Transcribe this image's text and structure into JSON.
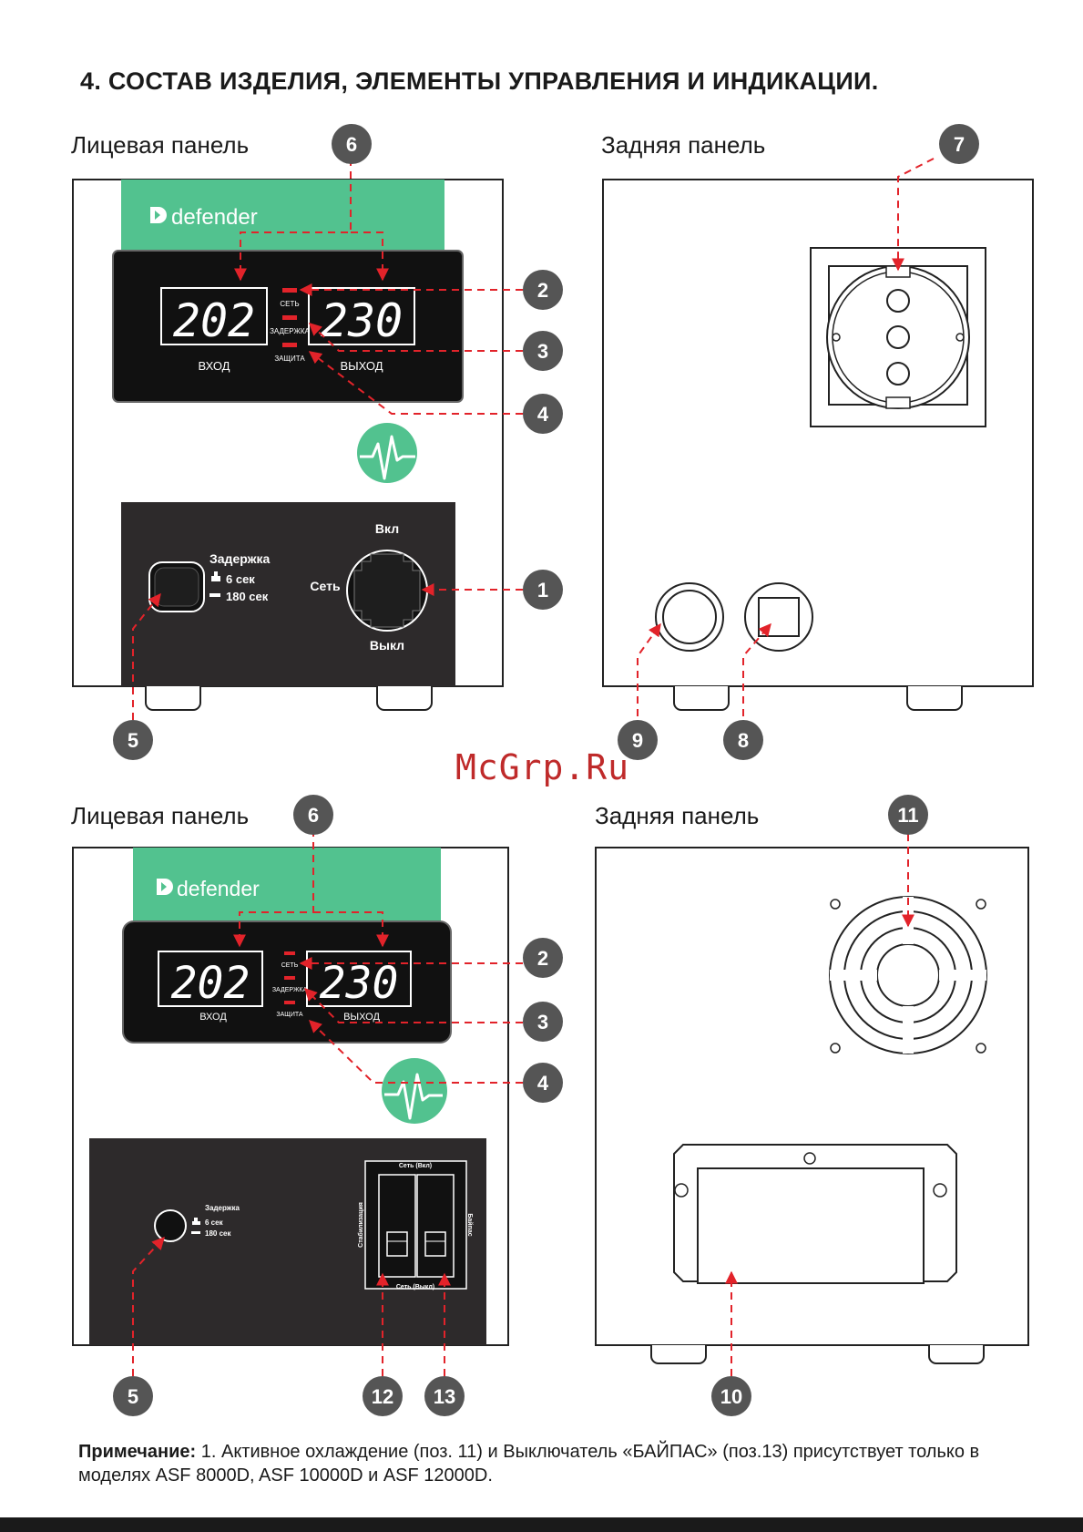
{
  "title": "4. СОСТАВ ИЗДЕЛИЯ, ЭЛЕМЕНТЫ УПРАВЛЕНИЯ И ИНДИКАЦИИ.",
  "sections": {
    "front1": "Лицевая панель",
    "rear1": "Задняя панель",
    "front2": "Лицевая панель",
    "rear2": "Задняя панель"
  },
  "device": {
    "brand": "defender",
    "display_in": "202",
    "display_out": "230",
    "label_in": "ВХОД",
    "label_out": "ВЫХОД",
    "led_net": "СЕТЬ",
    "led_delay": "ЗАДЕРЖКА",
    "led_protect": "ЗАЩИТА"
  },
  "controls1": {
    "delay_title": "Задержка",
    "delay_6": "6 сек",
    "delay_180": "180 сек",
    "switch_on": "Вкл",
    "switch_net": "Сеть",
    "switch_off": "Выкл"
  },
  "controls2": {
    "delay_title": "Задержка",
    "delay_6": "6 сек",
    "delay_180": "180 сек",
    "net_on": "Сеть (Вкл)",
    "net_off": "Сеть (Выкл)",
    "stab": "Стабилизация",
    "bypass": "Байпас"
  },
  "callouts": {
    "c1": "1",
    "c2": "2",
    "c3": "3",
    "c4": "4",
    "c5": "5",
    "c6": "6",
    "c7": "7",
    "c8": "8",
    "c9": "9",
    "c10": "10",
    "c11": "11",
    "c12": "12",
    "c13": "13"
  },
  "watermark": "McGrp.Ru",
  "note": {
    "label": "Примечание:",
    "text": " 1. Активное охлаждение (поз. 11) и Выключатель «БАЙПАС» (поз.13) присутствует только в моделях ASF 8000D, ASF 10000D и ASF 12000D."
  },
  "colors": {
    "accent_green": "#52c28f",
    "callout_gray": "#555555",
    "leader_red": "#e2232a",
    "panel_black": "#111111",
    "control_dark": "#2d2a2b"
  },
  "icons": [
    "defender-logo-icon",
    "pulse-icon",
    "arrow-icon"
  ]
}
